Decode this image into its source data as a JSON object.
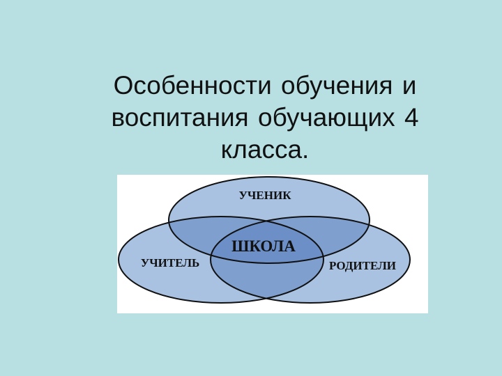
{
  "slide": {
    "background_color": "#b8dfe2",
    "title_lines": [
      "Особенности обучения  и",
      "воспитания обучающих 4",
      "класса."
    ]
  },
  "diagram": {
    "type": "venn",
    "circle_fill": "#a9c2e2",
    "overlap_fill": "#7e9fcf",
    "center_fill": "#6a8fc6",
    "labels": {
      "top": "УЧЕНИК",
      "left": "УЧИТЕЛЬ",
      "right": "РОДИТЕЛИ",
      "center": "ШКОЛА"
    }
  }
}
